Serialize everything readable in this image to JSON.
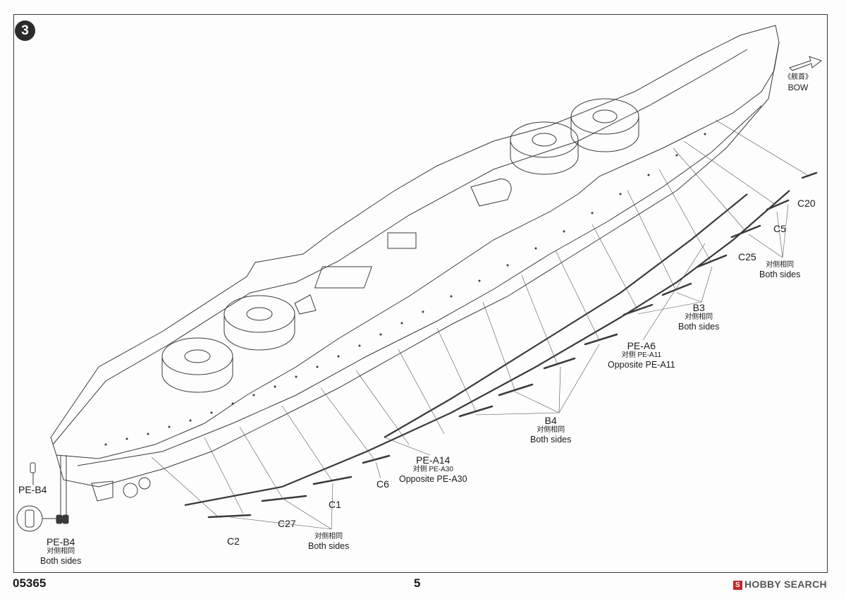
{
  "step_number": "3",
  "bow": {
    "cjk": "《舰首》",
    "en": "BOW"
  },
  "labels": {
    "c20": "C20",
    "c5": "C5",
    "c25": "C25",
    "both_sides_upper": {
      "cjk": "对侧相同",
      "en": "Both sides"
    },
    "b3": "B3",
    "b3_both": {
      "cjk": "对侧相同",
      "en": "Both sides"
    },
    "pe_a6": "PE-A6",
    "pe_a6_opp": {
      "cjk": "对侧 PE-A11",
      "en": "Opposite  PE-A11"
    },
    "b4": "B4",
    "b4_both": {
      "cjk": "对侧相同",
      "en": "Both  sides"
    },
    "pe_a14": "PE-A14",
    "pe_a14_opp": {
      "cjk": "对侧 PE-A30",
      "en": "Opposite  PE-A30"
    },
    "c6": "C6",
    "c1": "C1",
    "c27": "C27",
    "c2": "C2",
    "c_both": {
      "cjk": "对侧相同",
      "en": "Both  sides"
    },
    "pe_b4_top": "PE-B4",
    "pe_b4_bottom": "PE-B4",
    "pe_b4_both": {
      "cjk": "对侧相同",
      "en": "Both  sides"
    }
  },
  "footer": {
    "code": "05365",
    "page": "5",
    "logo": "HOBBY SEARCH",
    "logo_mark": "S"
  },
  "colors": {
    "line": "#3a3a3a",
    "badge": "#2b2b2b",
    "logo_mark": "#c0282d"
  }
}
